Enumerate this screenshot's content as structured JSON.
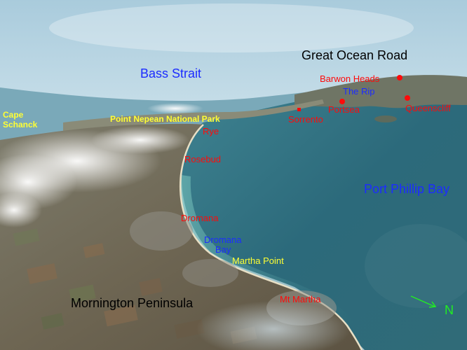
{
  "colors": {
    "black": "#000000",
    "blue": "#1c2cff",
    "red": "#ff0a0a",
    "yellow": "#ffff33",
    "green": "#22ee22",
    "sea": "#2f6f80",
    "sky": "#cfe3ec"
  },
  "labels": {
    "great_ocean_road": "Great Ocean Road",
    "bass_strait": "Bass Strait",
    "barwon_heads": "Barwon Heads",
    "the_rip": "The Rip",
    "portsea": "Portsea",
    "queenscliff": "Queenscliff",
    "sorrento": "Sorrento",
    "cape_schanck_1": "Cape",
    "cape_schanck_2": "Schanck",
    "point_nepean": "Point Nepean National Park",
    "rye": "Rye",
    "rosebud": "Rosebud",
    "port_phillip_bay": "Port Phillip Bay",
    "dromana": "Dromana",
    "dromana_bay_1": "Dromana",
    "dromana_bay_2": "Bay",
    "martha_point": "Martha Point",
    "mornington_peninsula": "Mornington Peninsula",
    "mt_martha": "Mt Martha",
    "north": "N"
  },
  "icons": {
    "north_arrow": "north-arrow-icon",
    "place_marker": "place-marker-icon"
  }
}
